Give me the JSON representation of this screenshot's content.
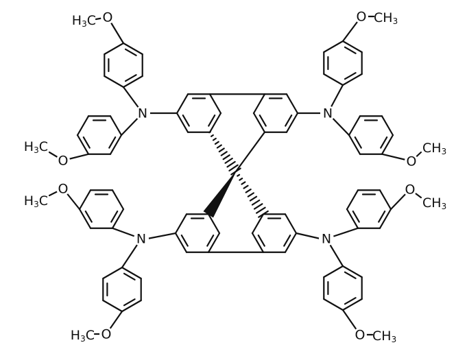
{
  "molecule": {
    "nitrogen_label": "N",
    "oxygen_label": "O",
    "methyl": {
      "main": "H",
      "sub": "3",
      "tail": "C"
    },
    "methyl_right": {
      "main": "CH",
      "sub": "3"
    },
    "counts": {
      "nitrogen_centers": 4,
      "methoxyphenyl_groups": 8,
      "biphenyl_units": 2
    }
  }
}
